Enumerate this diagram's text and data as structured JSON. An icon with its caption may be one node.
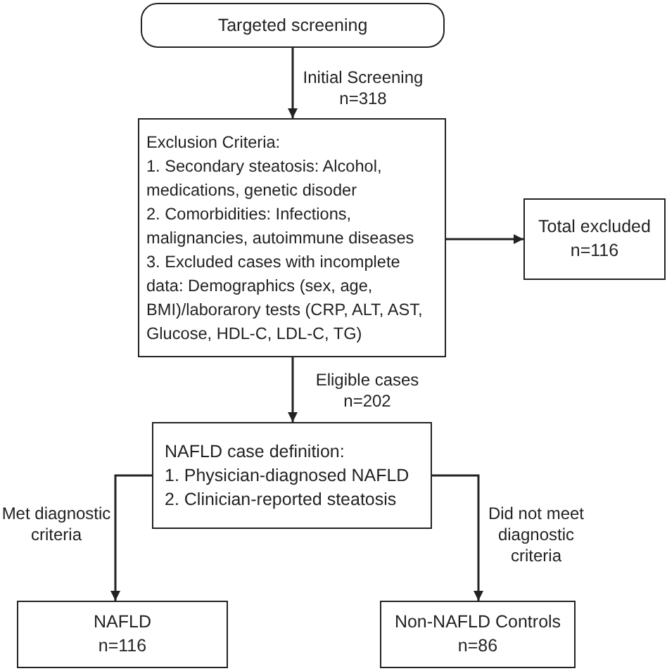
{
  "diagram": {
    "nodes": [
      {
        "text": [
          "Targeted screening"
        ]
      },
      {
        "text": [
          "Exclusion Criteria:",
          "1. Secondary steatosis: Alcohol, medications, genetic disoder",
          "2. Comorbidities: Infections, malignancies, autoimmune diseases",
          "3. Excluded cases with incomplete data: Demographics (sex, age, BMI)/laborarory tests (CRP, ALT, AST, Glucose, HDL-C, LDL-C, TG)"
        ]
      },
      {
        "text": [
          "Total excluded n=116"
        ]
      },
      {
        "text": [
          "NAFLD case definition:",
          "1. Physician-diagnosed NAFLD",
          "2. Clinician-reported steatosis"
        ]
      },
      {
        "text": [
          "NAFLD n=116"
        ]
      },
      {
        "text": [
          "Non-NAFLD Controls n=86"
        ]
      }
    ],
    "edges": [
      {
        "from": 0,
        "to": 1,
        "arrow": "to",
        "label": "Initial Screening n=318"
      },
      {
        "from": 1,
        "to": 2,
        "arrow": "to"
      },
      {
        "from": 1,
        "to": 3,
        "arrow": "to",
        "label": "Eligible cases n=202"
      },
      {
        "from": 3,
        "to": 4,
        "arrow": "to",
        "label": "Met diagnostic criteria"
      },
      {
        "from": 3,
        "to": 5,
        "arrow": "to",
        "label": "Did not meet diagnostic criteria"
      }
    ]
  }
}
